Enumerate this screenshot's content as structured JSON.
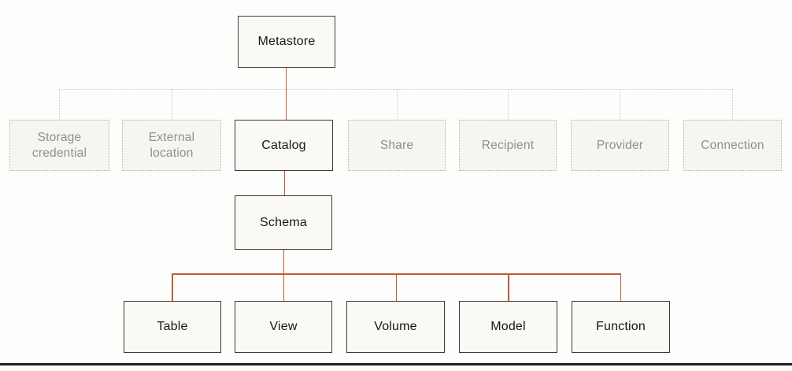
{
  "diagram": {
    "description": "Metastore object hierarchy diagram",
    "colors": {
      "solid_connector": "#bd5a31",
      "dotted_connector": "#c9c8c3",
      "solid_box_border": "#3d3c3a",
      "solid_box_fill": "#faf9f5",
      "dotted_box_border": "#adaca7",
      "dotted_box_fill": "#f6f5f1",
      "solid_text": "#17171a",
      "muted_text": "#8a918e",
      "bottom_rule": "#1f1f1f"
    },
    "root": {
      "label": "Metastore"
    },
    "chain": {
      "catalog": {
        "label": "Catalog"
      },
      "schema": {
        "label": "Schema"
      }
    },
    "dotted_nodes": [
      {
        "label": "Storage credential"
      },
      {
        "label": "External location"
      },
      {
        "label": "Share"
      },
      {
        "label": "Recipient"
      },
      {
        "label": "Provider"
      },
      {
        "label": "Connection"
      }
    ],
    "schema_children": [
      {
        "label": "Table"
      },
      {
        "label": "View"
      },
      {
        "label": "Volume"
      },
      {
        "label": "Model"
      },
      {
        "label": "Function"
      }
    ]
  }
}
